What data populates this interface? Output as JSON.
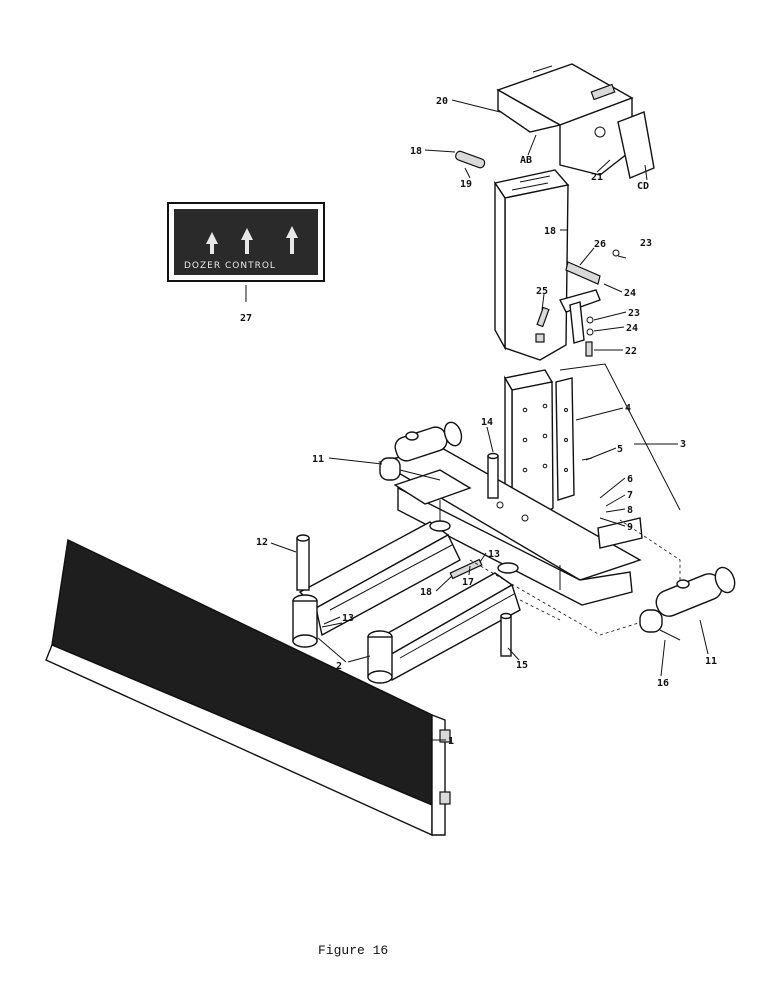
{
  "figure": {
    "caption": "Figure 16",
    "decal_text": "DOZER CONTROL",
    "callouts": [
      "20",
      "AB",
      "18",
      "19",
      "21",
      "CD",
      "18",
      "26",
      "23",
      "24",
      "23",
      "24",
      "22",
      "25",
      "27",
      "4",
      "3",
      "5",
      "14",
      "11",
      "6",
      "7",
      "8",
      "9",
      "12",
      "13",
      "18",
      "17",
      "13",
      "2",
      "15",
      "11",
      "16",
      "1"
    ]
  }
}
